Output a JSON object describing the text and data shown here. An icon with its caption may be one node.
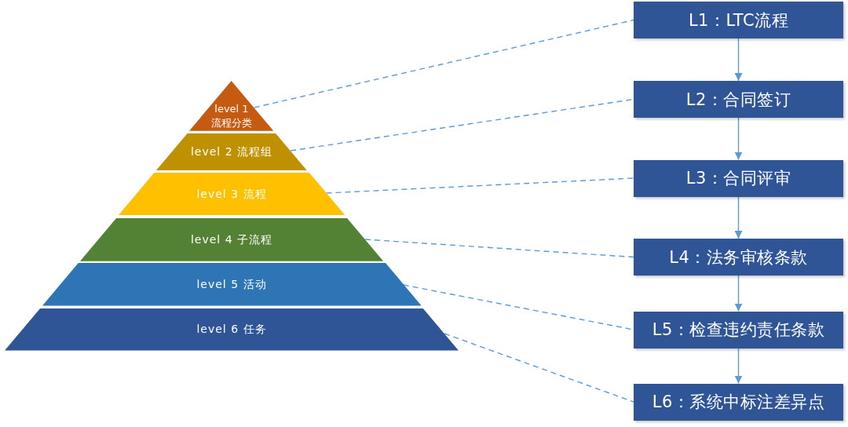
{
  "diagram": {
    "nodes": [
      {
        "text": [
          "level 1 流程分类"
        ]
      },
      {
        "text": [
          "level 2 流程组"
        ]
      },
      {
        "text": [
          "level 3 流程"
        ]
      },
      {
        "text": [
          "level 4 子流程"
        ]
      },
      {
        "text": [
          "level 5 活动"
        ]
      },
      {
        "text": [
          "level 6 任务"
        ]
      },
      {
        "text": [
          "L1：LTC流程"
        ]
      },
      {
        "text": [
          "L2：合同签订"
        ]
      },
      {
        "text": [
          "L3：合同评审"
        ]
      },
      {
        "text": [
          "L4：法务审核条款"
        ]
      },
      {
        "text": [
          "L5：检查违约责任条款"
        ]
      },
      {
        "text": [
          "L6：系统中标注差异点"
        ]
      }
    ],
    "edges": [
      {
        "from": 0,
        "to": 6,
        "arrow": "none",
        "style": "dashed"
      },
      {
        "from": 1,
        "to": 7,
        "arrow": "none",
        "style": "dashed"
      },
      {
        "from": 2,
        "to": 8,
        "arrow": "none",
        "style": "dashed"
      },
      {
        "from": 3,
        "to": 9,
        "arrow": "none",
        "style": "dashed"
      },
      {
        "from": 4,
        "to": 10,
        "arrow": "none",
        "style": "dashed"
      },
      {
        "from": 5,
        "to": 11,
        "arrow": "none",
        "style": "dashed"
      },
      {
        "from": 6,
        "to": 7,
        "arrow": "to"
      },
      {
        "from": 7,
        "to": 8,
        "arrow": "to"
      },
      {
        "from": 8,
        "to": 9,
        "arrow": "to"
      },
      {
        "from": 9,
        "to": 10,
        "arrow": "to"
      },
      {
        "from": 10,
        "to": 11,
        "arrow": "to"
      }
    ]
  }
}
